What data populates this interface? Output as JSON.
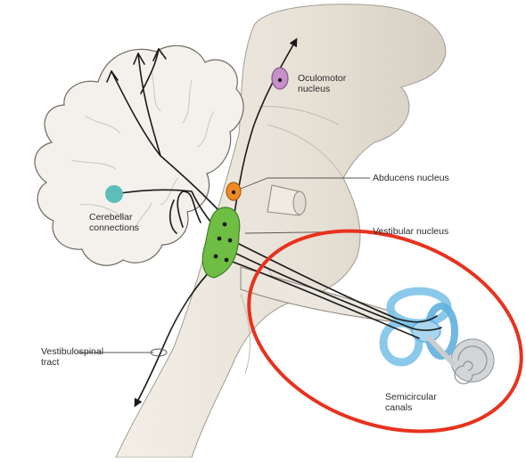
{
  "labels": {
    "oculomotor_line1": "Oculomotor",
    "oculomotor_line2": "nucleus",
    "abducens": "Abducens nucleus",
    "vestibular": "Vestibular nucleus",
    "cerebellar_line1": "Cerebellar",
    "cerebellar_line2": "connections",
    "vestibulospinal_line1": "Vestibulospinal",
    "vestibulospinal_line2": "tract",
    "semicircular_line1": "Semicircular",
    "semicircular_line2": "canals"
  },
  "colors": {
    "brainstem": "#ebe6dc",
    "cerebellum": "#f4f1ec",
    "outline": "#6f6a62",
    "nerve": "#1a1a1a",
    "vestibular_nucleus": "#6fbe44",
    "abducens_nucleus": "#f08a24",
    "oculomotor_nucleus": "#c691c8",
    "cerebellar_dot": "#5dbdb8",
    "semicircular_canals": "#7ec3e8",
    "highlight_ellipse": "#e8321e"
  },
  "icons": {
    "highlight": "red-highlight-ellipse"
  }
}
